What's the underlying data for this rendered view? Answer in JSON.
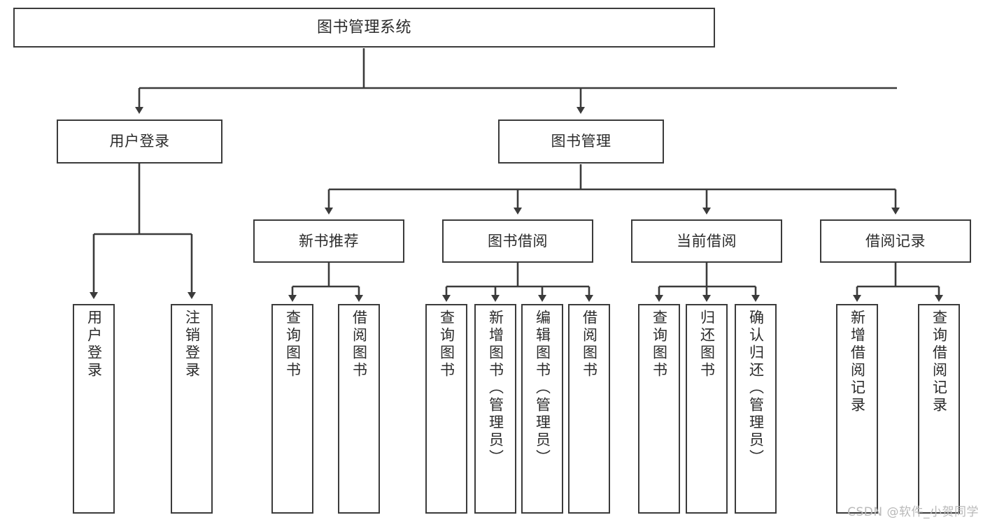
{
  "diagram": {
    "title": "图书管理系统",
    "type": "tree-hierarchy-diagram",
    "colors": {
      "stroke": "#3b3b3b",
      "fill": "#ffffff",
      "text": "#2b2b2b",
      "watermark": "#b9b9b9"
    },
    "root": {
      "label": "图书管理系统"
    },
    "level2": [
      {
        "label": "用户登录"
      },
      {
        "label": "图书管理"
      }
    ],
    "level3": [
      {
        "label": "新书推荐"
      },
      {
        "label": "图书借阅"
      },
      {
        "label": "当前借阅"
      },
      {
        "label": "借阅记录"
      }
    ],
    "leaves": {
      "user_login": [
        {
          "label": "用户登录"
        },
        {
          "label": "注销登录"
        }
      ],
      "new_book_recommend": [
        {
          "label": "查询图书"
        },
        {
          "label": "借阅图书"
        }
      ],
      "book_borrow": [
        {
          "label": "查询图书"
        },
        {
          "label": "新增图书（管理员）"
        },
        {
          "label": "编辑图书（管理员）"
        },
        {
          "label": "借阅图书"
        }
      ],
      "current_borrow": [
        {
          "label": "查询图书"
        },
        {
          "label": "归还图书"
        },
        {
          "label": "确认归还（管理员）"
        }
      ],
      "borrow_record": [
        {
          "label": "新增借阅记录"
        },
        {
          "label": "查询借阅记录"
        }
      ]
    },
    "watermark": "CSDN @软件_小贺同学"
  }
}
